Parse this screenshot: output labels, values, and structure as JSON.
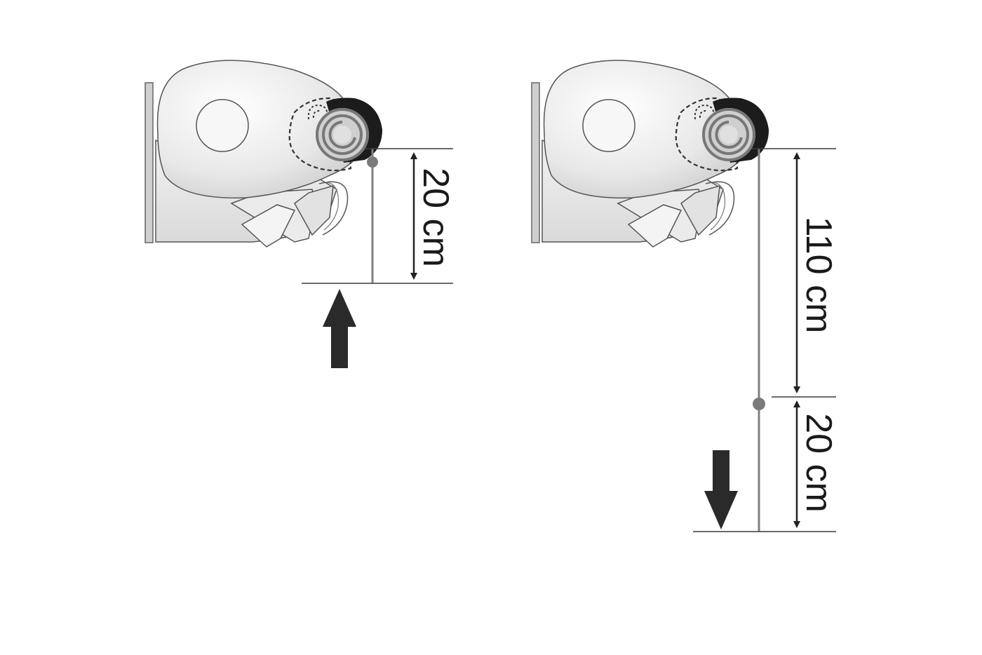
{
  "diagrams": [
    {
      "id": "left",
      "dimensions": [
        {
          "label": "20 cm"
        }
      ],
      "arrow_direction": "up",
      "arrow_icon": "arrow-up-icon"
    },
    {
      "id": "right",
      "dimensions": [
        {
          "label": "110 cm"
        },
        {
          "label": "20 cm"
        }
      ],
      "arrow_direction": "down",
      "arrow_icon": "arrow-down-icon"
    }
  ],
  "colors": {
    "line": "#3a3a3a",
    "cord": "#808080",
    "housing_fill": "#e6e6e6",
    "housing_stroke": "#555555",
    "roller_dark": "#1c1c1c",
    "arrow": "#2a2a2a"
  }
}
